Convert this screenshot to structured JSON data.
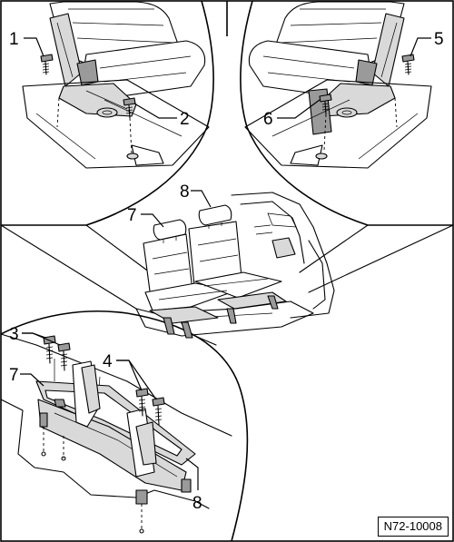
{
  "figure": {
    "id": "N72-10008",
    "callouts": {
      "c1": "1",
      "c2": "2",
      "c3": "3",
      "c4": "4",
      "c5": "5",
      "c6": "6",
      "c7a": "7",
      "c7b": "7",
      "c8a": "8",
      "c8b": "8"
    }
  }
}
